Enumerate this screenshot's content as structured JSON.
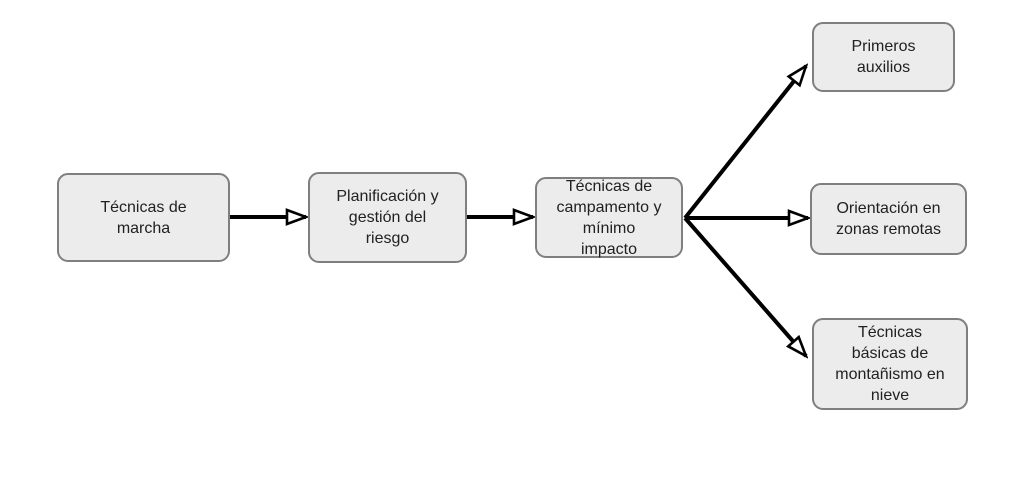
{
  "diagram": {
    "type": "flowchart",
    "direction": "left-to-right",
    "nodes": [
      {
        "id": "tecnicas-marcha",
        "label": "Técnicas de\nmarcha"
      },
      {
        "id": "planificacion-gestion-riesgo",
        "label": "Planificación y\ngestión del\nriesgo"
      },
      {
        "id": "tecnicas-campamento-minimo-impacto",
        "label": "Técnicas de\ncampamento y\nmínimo\nimpacto"
      },
      {
        "id": "primeros-auxilios",
        "label": "Primeros\nauxilios"
      },
      {
        "id": "orientacion-zonas-remotas",
        "label": "Orientación en\nzonas remotas"
      },
      {
        "id": "tecnicas-basicas-montanismo-nieve",
        "label": "Técnicas\nbásicas de\nmontañismo en\nnieve"
      }
    ],
    "edges": [
      {
        "from": "tecnicas-marcha",
        "to": "planificacion-gestion-riesgo"
      },
      {
        "from": "planificacion-gestion-riesgo",
        "to": "tecnicas-campamento-minimo-impacto"
      },
      {
        "from": "tecnicas-campamento-minimo-impacto",
        "to": "primeros-auxilios"
      },
      {
        "from": "tecnicas-campamento-minimo-impacto",
        "to": "orientacion-zonas-remotas"
      },
      {
        "from": "tecnicas-campamento-minimo-impacto",
        "to": "tecnicas-basicas-montanismo-nieve"
      }
    ],
    "colors": {
      "node_fill": "#ececec",
      "node_border": "#7f7f7f",
      "text": "#212121",
      "arrow": "#000000",
      "background": "#ffffff"
    }
  }
}
